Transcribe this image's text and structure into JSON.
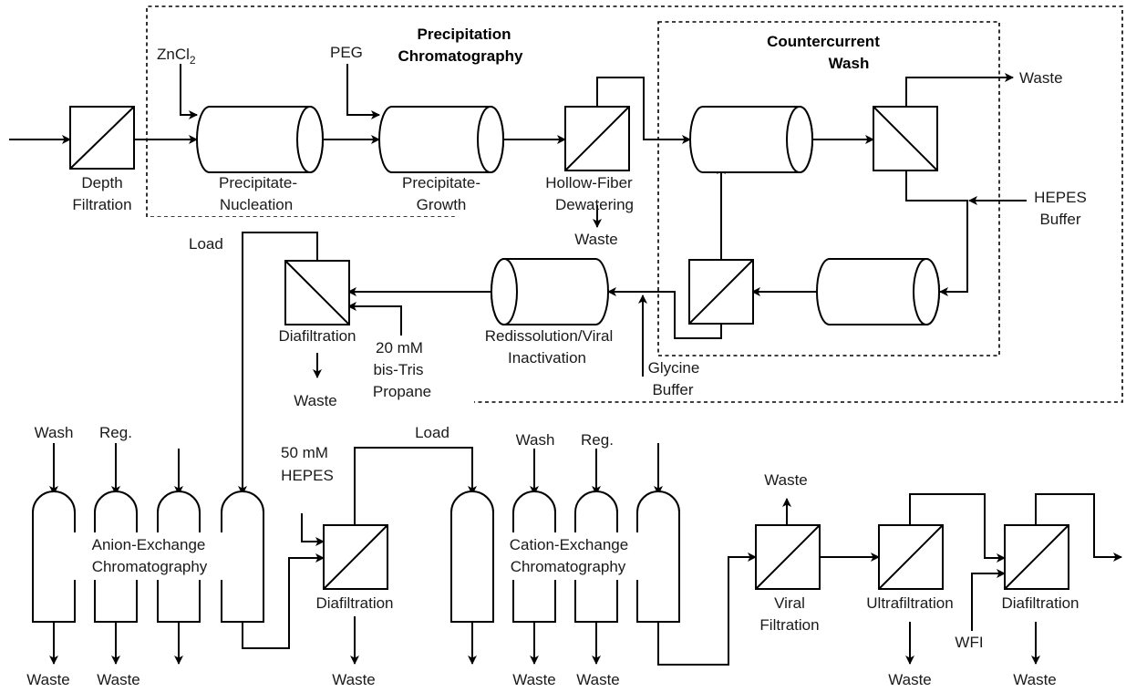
{
  "labels": {
    "precip_title_1": "Precipitation",
    "precip_title_2": "Chromatography",
    "cc_title_1": "Countercurrent",
    "cc_title_2": "Wash",
    "zncl_main": "ZnCl",
    "zncl_sub": "2",
    "peg": "PEG",
    "waste_top": "Waste",
    "depth_1": "Depth",
    "depth_2": "Filtration",
    "nuc_1": "Precipitate-",
    "nuc_2": "Nucleation",
    "growth_1": "Precipitate-",
    "growth_2": "Growth",
    "hf_1": "Hollow-Fiber",
    "hf_2": "Dewatering",
    "hf_waste": "Waste",
    "hepes_1": "HEPES",
    "hepes_2": "Buffer",
    "load_top": "Load",
    "diaf1": "Diafiltration",
    "diaf1_waste": "Waste",
    "bistris_1": "20 mM",
    "bistris_2": "bis-Tris",
    "bistris_3": "Propane",
    "redis_1": "Redissolution/Viral",
    "redis_2": "Inactivation",
    "glycine_1": "Glycine",
    "glycine_2": "Buffer",
    "aex_wash": "Wash",
    "aex_reg": "Reg.",
    "aex_1": "Anion-Exchange",
    "aex_2": "Chromatography",
    "aex_waste_1": "Waste",
    "aex_waste_2": "Waste",
    "hepes50_1": "50 mM",
    "hepes50_2": "HEPES",
    "load_mid": "Load",
    "diaf2": "Diafiltration",
    "diaf2_waste": "Waste",
    "cex_wash": "Wash",
    "cex_reg": "Reg.",
    "cex_1": "Cation-Exchange",
    "cex_2": "Chromatography",
    "cex_waste_1": "Waste",
    "cex_waste_2": "Waste",
    "viral_1": "Viral",
    "viral_2": "Filtration",
    "viral_waste": "Waste",
    "uf": "Ultrafiltration",
    "uf_waste": "Waste",
    "wfi": "WFI",
    "diaf3": "Diafiltration",
    "diaf3_waste": "Waste"
  }
}
